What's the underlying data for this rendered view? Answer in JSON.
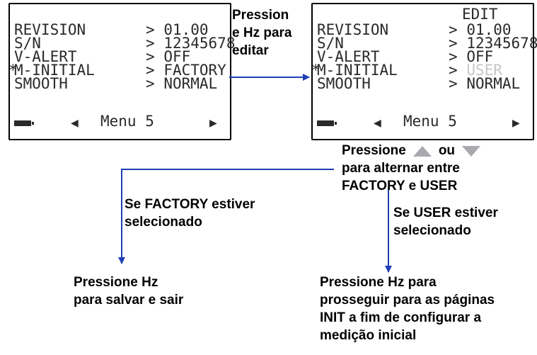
{
  "left_screen": {
    "rows": [
      {
        "label": "REVISION",
        "value": "01.00"
      },
      {
        "label": "S/N",
        "value": "12345678"
      },
      {
        "label": "V-ALERT",
        "value": "OFF"
      },
      {
        "label": "M-INITIAL",
        "value": "FACTORY",
        "marked": true
      },
      {
        "label": "SMOOTH",
        "value": "NORMAL"
      }
    ],
    "menu": "Menu 5"
  },
  "right_screen": {
    "title": "EDIT",
    "rows": [
      {
        "label": "REVISION",
        "value": "01.00"
      },
      {
        "label": "S/N",
        "value": "12345678"
      },
      {
        "label": "V-ALERT",
        "value": "OFF"
      },
      {
        "label": "M-INITIAL",
        "value": "USER",
        "marked": true,
        "greyed": true
      },
      {
        "label": "SMOOTH",
        "value": "NORMAL"
      }
    ],
    "menu": "Menu 5"
  },
  "marker": "*",
  "separator": ">",
  "arrow_text": [
    "Pression",
    "e Hz para",
    "editar"
  ],
  "toggle_text": {
    "line1": "Pressione",
    "line1_suffix": "ou",
    "line2": "para alternar entre",
    "line3": "FACTORY e USER"
  },
  "branch_factory": [
    "Se FACTORY estiver",
    "selecionado"
  ],
  "branch_user": [
    "Se USER estiver",
    "selecionado"
  ],
  "result_factory": [
    "Pressione Hz",
    "para salvar e sair"
  ],
  "result_user": [
    "Pressione Hz para",
    "prosseguir para as páginas",
    "INIT a fim de configurar a",
    "medição inicial"
  ],
  "icons": [
    "battery-icon",
    "left-arrow-icon",
    "right-arrow-icon",
    "up-triangle-icon",
    "down-triangle-icon"
  ],
  "colors": {
    "connector": "#1f3fb7",
    "lcd_text": "#2a2a2a",
    "greyed": "#c6c6c6",
    "triangle": "#a9a9b0"
  }
}
